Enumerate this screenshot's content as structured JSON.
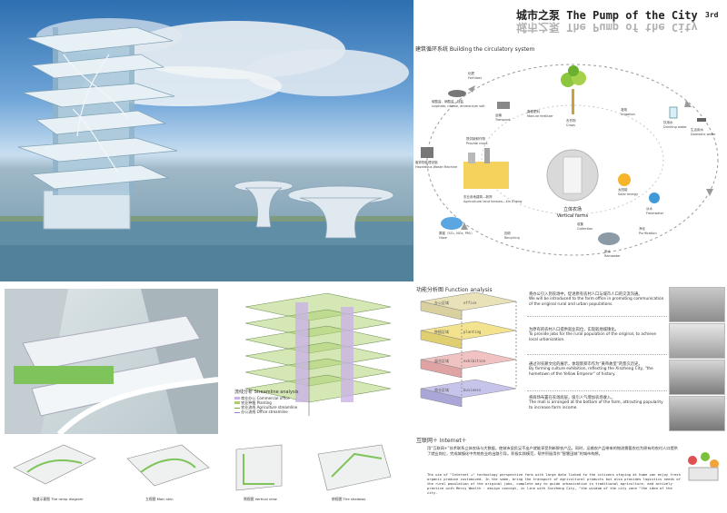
{
  "header": {
    "title": "城市之泵 The Pump of the City",
    "title_mirror": "城市之泵 The Pump of the City",
    "edition": "3rd"
  },
  "circulation": {
    "heading": "建筑循环系统 Building the circulatory system",
    "center": {
      "cn": "立体农场",
      "en": "Vertical farms"
    },
    "labels": [
      {
        "cn": "化肥",
        "en": "Fertilizer"
      },
      {
        "cn": "硫酸盐、硝酸盐、铵盐",
        "en": "sulphate, nitrate, ammonium salt"
      },
      {
        "cn": "运输",
        "en": "Transport"
      },
      {
        "cn": "粪便肥料",
        "en": "Manure fertilizer"
      },
      {
        "cn": "农作物",
        "en": "Crops"
      },
      {
        "cn": "灌溉",
        "en": "Irrigation"
      },
      {
        "cn": "饮用水",
        "en": "Drinking water"
      },
      {
        "cn": "生活用水",
        "en": "Domestic water"
      },
      {
        "cn": "提供新鲜作物",
        "en": "Provide crops"
      },
      {
        "cn": "农业用地建筑—新郑",
        "en": "Agricultural land tension—Xin Zheng"
      },
      {
        "cn": "太阳能",
        "en": "Solar energy"
      },
      {
        "cn": "淡水",
        "en": "Freshwater"
      },
      {
        "cn": "废弃物处理设施",
        "en": "Hazardous Waste Machine"
      },
      {
        "cn": "雾霾（SO₂, NOx, PM₂）",
        "en": "Haze"
      },
      {
        "cn": "回收",
        "en": "Recycling"
      },
      {
        "cn": "收集",
        "en": "Collection"
      },
      {
        "cn": "净化",
        "en": "Purification"
      },
      {
        "cn": "雨水",
        "en": "Rainwater"
      }
    ]
  },
  "streamline": {
    "heading": "流线分析 Streamline analysis",
    "legend": [
      {
        "cn": "商业办公",
        "en": "Commercial office"
      },
      {
        "cn": "农业种植",
        "en": "Planting"
      },
      {
        "cn": "农业流线",
        "en": "Agriculture streamline"
      },
      {
        "cn": "办公流线",
        "en": "Office streamline"
      }
    ],
    "colors": {
      "commercial": "#c9b3e6",
      "planting": "#a9cf6b",
      "agri_line": "#6fae3a",
      "office_line": "#9a7ec8"
    }
  },
  "function": {
    "heading": "功能分析图 Function analysis",
    "layers": [
      {
        "cn": "办公区域",
        "en": "office",
        "color": "#e9e2b8"
      },
      {
        "cn": "种植区域",
        "en": "planting",
        "color": "#f3e38e"
      },
      {
        "cn": "展览区域",
        "en": "exhibition",
        "color": "#f1c2c2"
      },
      {
        "cn": "商业区域",
        "en": "business",
        "color": "#c7c4ec"
      }
    ],
    "descriptions": [
      {
        "cn": "将办公引入到农场中，促进原有农村人口与城市人口的交流沟通。",
        "en": "We will be introduced to the farm office in promoting communication of the original rural and urban populations."
      },
      {
        "cn": "为原有的农村人口提供就业岗位，实现就地城镇化。",
        "en": "To provide jobs for the rural population of the original, to achieve local urbanization."
      },
      {
        "cn": "通过对农耕文化的展示，体现新郑市作为“黄帝故里”的悠久历史。",
        "en": "By farming culture exhibition, reflecting the Xinzheng City, \"the hometown of the Yellow Emperor\" of history."
      },
      {
        "cn": "将商场布置在农场底层，吸引人气增加农场收入。",
        "en": "The mall is arranged at the bottom of the farm, attracting popularity to increase farm income."
      }
    ]
  },
  "internet": {
    "heading": "互联网＋ Internet＋",
    "paragraph_cn": "用“互联网+”技术联系立体农场与大数据，使城市居民足不出户就能享受到新鲜农产品。同时，运输农产品带来的物流需要农也为原有的农村人口提供了就业岗位，完成城镇化中传统农业的出路引导。积极实践模范，帮并积极用作“智慧田城”的城市构想。",
    "paragraph_en": "The use of \"Internet +\" technology perspective farm with large data linked to the citizens staying at home can enjoy fresh organic produce customized. In the same, bring the transport of agricultural products but also provides logistics needs of the rural population of the original jobs, complete way to guide urbanization in traditional agriculture, and actively practice with Mercy Wealth · design concept, in line with Xinzheng City, \"the wisdom of the city zone \"the idea of the city."
  },
  "captions": [
    "坡道示意图 The ramp diagram",
    "立视图 Main skin",
    "侧视图 Vertical view",
    "俯视图 The shadows"
  ]
}
